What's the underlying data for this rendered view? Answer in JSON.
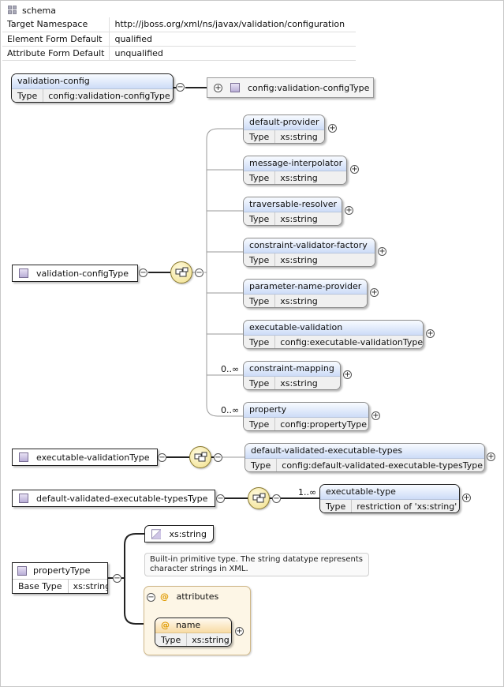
{
  "header": {
    "title": "schema",
    "rows": [
      {
        "key": "Target Namespace",
        "value": "http://jboss.org/xml/ns/javax/validation/configuration"
      },
      {
        "key": "Element Form Default",
        "value": "qualified"
      },
      {
        "key": "Attribute Form Default",
        "value": "unqualified"
      }
    ]
  },
  "labels": {
    "type": "Type",
    "base_type": "Base Type",
    "plus": "+",
    "minus": "−",
    "at": "@"
  },
  "root_element": {
    "name": "validation-config",
    "type": "config:validation-configType",
    "ref_type": "config:validation-configType"
  },
  "validation_config_type": {
    "name": "validation-configType",
    "children": [
      {
        "name": "default-provider",
        "type": "xs:string",
        "card": ""
      },
      {
        "name": "message-interpolator",
        "type": "xs:string",
        "card": ""
      },
      {
        "name": "traversable-resolver",
        "type": "xs:string",
        "card": ""
      },
      {
        "name": "constraint-validator-factory",
        "type": "xs:string",
        "card": ""
      },
      {
        "name": "parameter-name-provider",
        "type": "xs:string",
        "card": ""
      },
      {
        "name": "executable-validation",
        "type": "config:executable-validationType",
        "card": ""
      },
      {
        "name": "constraint-mapping",
        "type": "xs:string",
        "card": "0..∞"
      },
      {
        "name": "property",
        "type": "config:propertyType",
        "card": "0..∞"
      }
    ]
  },
  "executable_validation_type": {
    "name": "executable-validationType",
    "child": {
      "name": "default-validated-executable-types",
      "type": "config:default-validated-executable-typesType"
    }
  },
  "default_validated_type": {
    "name": "default-validated-executable-typesType",
    "child": {
      "name": "executable-type",
      "type": "restriction of 'xs:string'",
      "card": "1..∞"
    }
  },
  "property_type": {
    "name": "propertyType",
    "base_type": "xs:string",
    "base_box": "xs:string",
    "note": "Built-in primitive type. The string datatype represents character strings in XML.",
    "attributes_label": "attributes",
    "attribute": {
      "name": "name",
      "type": "xs:string"
    }
  }
}
